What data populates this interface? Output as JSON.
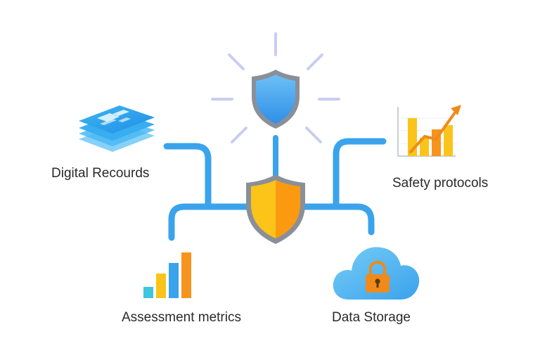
{
  "labels": {
    "digital_records": "Digital Recourds",
    "safety_protocols": "Safety protocols",
    "assessment_metrics": "Assessment metrics",
    "data_storage": "Data Storage"
  },
  "colors": {
    "connector_blue": "#3aa3ec",
    "shield_yellow": "#fcc419",
    "shield_orange": "#fb9a10",
    "shield_rim": "#8a8f98",
    "top_shield_blue": "#4aa8f0",
    "ray_lavender": "#c9cdf2",
    "cloud_blue": "#4cb6f0",
    "lock_orange": "#f08a1a",
    "bar_teal": "#3fc6de",
    "bar_yellow": "#fbc41a",
    "bar_orange": "#f7941d",
    "text": "#2a2a2a"
  },
  "icons": {
    "top": "shield-icon",
    "center": "shield-icon",
    "digital_records": "document-stack-icon",
    "safety_protocols": "growth-chart-icon",
    "assessment_metrics": "bar-chart-icon",
    "data_storage": "cloud-lock-icon"
  }
}
